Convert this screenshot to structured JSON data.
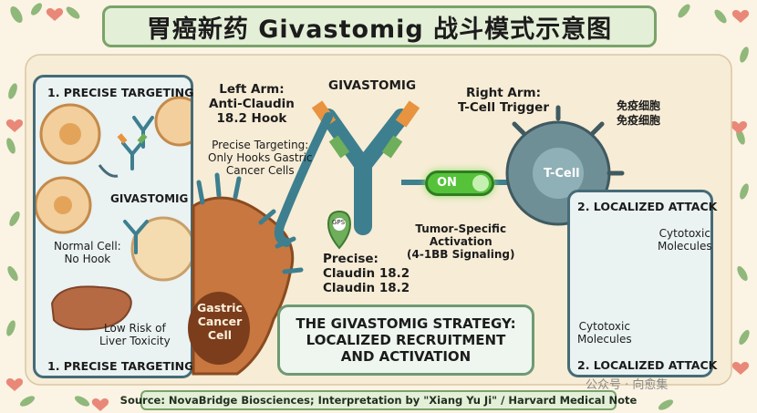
{
  "title": "胃癌新药 Givastomig 战斗模式示意图",
  "left_panel": {
    "title_top": "1. PRECISE TARGETING",
    "title_bottom": "1. PRECISE TARGETING",
    "drug_label": "GIVASTOMIG",
    "normal_cell_label": "Normal Cell:\nNo Hook",
    "liver_label": "Low Risk of\nLiver Toxicity"
  },
  "antibody": {
    "name": "GIVASTOMIG",
    "left_arm": "Left Arm:\nAnti-Claudin\n18.2 Hook",
    "right_arm": "Right Arm:\nT-Cell Trigger",
    "precise_targeting": "Precise Targeting:\nOnly Hooks Gastric\nCancer Cells",
    "on_label": "ON",
    "activation": "Tumor-Specific\nActivation\n(4-1BB Signaling)",
    "gps_label": "GPS",
    "precise_claudin": "Precise:\nClaudin 18.2\nClaudin 18.2"
  },
  "cells": {
    "gastric_cancer": "Gastric\nCancer\nCell",
    "t_cell": "T-Cell",
    "immune_cell_cn": "免疫细胞\n免疫细胞"
  },
  "right_panel": {
    "title_top": "2. LOCALIZED ATTACK",
    "title_bottom": "2. LOCALIZED ATTACK",
    "cytotoxic_top": "Cytotoxic\nMolecules",
    "cytotoxic_bottom": "Cytotoxic\nMolecules"
  },
  "strategy": {
    "line1": "THE GIVASTOMIG STRATEGY:",
    "line2": "LOCALIZED RECRUITMENT",
    "line3": "AND ACTIVATION"
  },
  "source": "Source: NovaBridge Biosciences; Interpretation by \"Xiang Yu Ji\" / Harvard Medical Note",
  "watermark": "公众号 · 向愈集",
  "colors": {
    "background": "#fbf3e4",
    "accent_green": "#7aa36a",
    "panel_border": "#456b77",
    "antibody_blue": "#3d7f8f",
    "tip_orange": "#e8933f",
    "tip_green": "#6fae5a",
    "cancer_orange": "#c7773f",
    "tcell_gray": "#6f8f96",
    "on_green": "#56c23a"
  }
}
